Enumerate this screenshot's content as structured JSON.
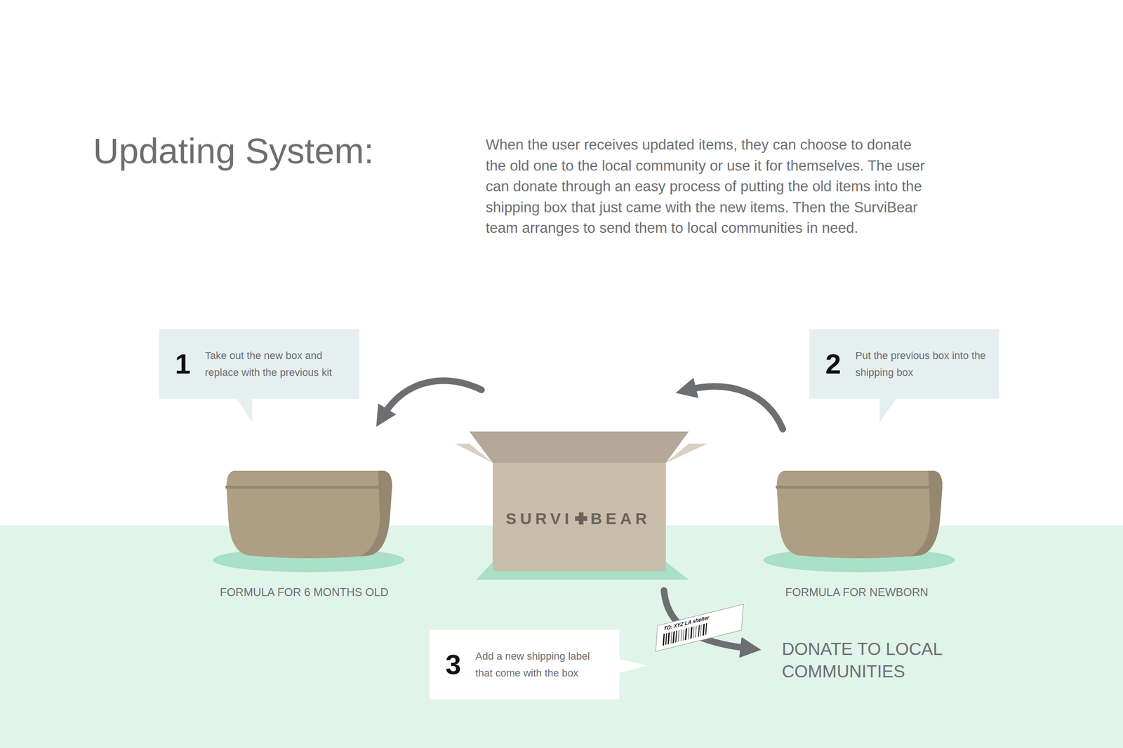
{
  "diagram": {
    "title": "Updating System:",
    "nodes": [
      {
        "text": [
          "1",
          "Take out the new box and replace with the previous kit"
        ]
      },
      {
        "text": [
          "2",
          "Put the previous box into the shipping box"
        ]
      },
      {
        "text": [
          "3",
          "Add a new shipping label that come with the box"
        ]
      }
    ],
    "labels": [
      "When the user receives updated items, they can choose to donate the old one to the local community or use it for themselves. The user can donate through an easy process of putting the old items into the shipping box that just came with the new items. Then the SurviBear team arranges to send them to local communities in need.",
      "SURVI",
      "BEAR",
      "FORMULA FOR 6 MONTHS OLD",
      "FORMULA FOR NEWBORN",
      "TO: XYZ LA shelter",
      "DONATE TO LOCAL COMMUNITIES"
    ]
  }
}
